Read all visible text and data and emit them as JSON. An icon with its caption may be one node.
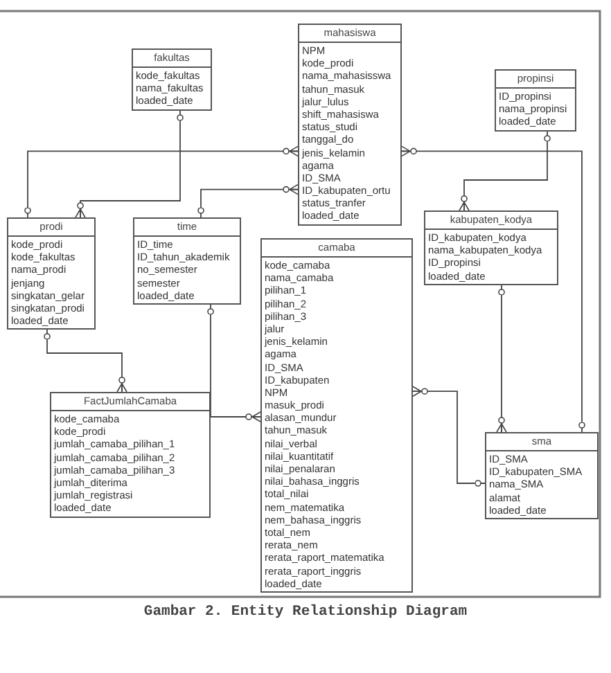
{
  "diagram": {
    "caption": "Gambar 2. Entity Relationship Diagram",
    "nodes": [
      {
        "text": [
          "mahasiswa",
          "NPM",
          "kode_prodi",
          "nama_mahasisswa",
          "tahun_masuk",
          "jalur_lulus",
          "shift_mahasiswa",
          "status_studi",
          "tanggal_do",
          "jenis_kelamin",
          "agama",
          "ID_SMA",
          "ID_kabupaten_ortu",
          "status_tranfer",
          "loaded_date"
        ]
      },
      {
        "text": [
          "fakultas",
          "kode_fakultas",
          "nama_fakultas",
          "loaded_date"
        ]
      },
      {
        "text": [
          "propinsi",
          "ID_propinsi",
          "nama_propinsi",
          "loaded_date"
        ]
      },
      {
        "text": [
          "kabupaten_kodya",
          "ID_kabupaten_kodya",
          "nama_kabupaten_kodya",
          "ID_propinsi",
          "loaded_date"
        ]
      },
      {
        "text": [
          "prodi",
          "kode_prodi",
          "kode_fakultas",
          "nama_prodi",
          "jenjang",
          "singkatan_gelar",
          "singkatan_prodi",
          "loaded_date"
        ]
      },
      {
        "text": [
          "time",
          "ID_time",
          "ID_tahun_akademik",
          "no_semester",
          "semester",
          "loaded_date"
        ]
      },
      {
        "text": [
          "camaba",
          "kode_camaba",
          "nama_camaba",
          "pilihan_1",
          "pilihan_2",
          "pilihan_3",
          "jalur",
          "jenis_kelamin",
          "agama",
          "ID_SMA",
          "ID_kabupaten",
          "NPM",
          "masuk_prodi",
          "alasan_mundur",
          "tahun_masuk",
          "nilai_verbal",
          "nilai_kuantitatif",
          "nilai_penalaran",
          "nilai_bahasa_inggris",
          "total_nilai",
          "nem_matematika",
          "nem_bahasa_inggris",
          "total_nem",
          "rerata_nem",
          "rerata_raport_matematika",
          "rerata_raport_inggris",
          "loaded_date"
        ]
      },
      {
        "text": [
          "FactJumlahCamaba",
          "kode_camaba",
          "kode_prodi",
          "jumlah_camaba_pilihan_1",
          "jumlah_camaba_pilihan_2",
          "jumlah_camaba_pilihan_3",
          "jumlah_diterima",
          "jumlah_registrasi",
          "loaded_date"
        ]
      },
      {
        "text": [
          "sma",
          "ID_SMA",
          "ID_kabupaten_SMA",
          "nama_SMA",
          "alamat",
          "loaded_date"
        ]
      }
    ],
    "edges": [
      {
        "from": 1,
        "to": 4,
        "arrow": "other"
      },
      {
        "from": 4,
        "to": 0,
        "arrow": "other"
      },
      {
        "from": 5,
        "to": 0,
        "arrow": "other"
      },
      {
        "from": 8,
        "to": 0,
        "arrow": "other"
      },
      {
        "from": 2,
        "to": 3,
        "arrow": "other"
      },
      {
        "from": 3,
        "to": 8,
        "arrow": "other"
      },
      {
        "from": 8,
        "to": 6,
        "arrow": "other"
      },
      {
        "from": 5,
        "to": 6,
        "arrow": "other"
      },
      {
        "from": 4,
        "to": 7,
        "arrow": "other"
      }
    ]
  }
}
